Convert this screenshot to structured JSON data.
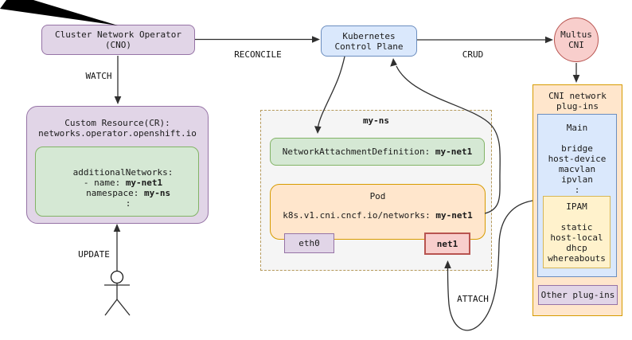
{
  "diagram": {
    "nodes": {
      "cno": {
        "line1": "Cluster Network Operator",
        "line2": "(CNO)"
      },
      "k8s": {
        "line1": "Kubernetes",
        "line2": "Control Plane"
      },
      "multus": {
        "line1": "Multus",
        "line2": "CNI"
      }
    },
    "edges": {
      "reconcile": "RECONCILE",
      "crud": "CRUD",
      "watch": "WATCH",
      "update": "UPDATE",
      "attach": "ATTACH"
    },
    "cr": {
      "title_line1": "Custom Resource(CR):",
      "title_line2": "networks.operator.openshift.io",
      "yaml": {
        "line1": "additionalNetworks:",
        "line2_prefix": "- name: ",
        "line2_value": "my-net1",
        "line3_prefix": "  namespace: ",
        "line3_value": "my-ns",
        "line4": "  :"
      }
    },
    "namespace": {
      "label": "my-ns",
      "nad_prefix": "NetworkAttachmentDefinition: ",
      "nad_value": "my-net1",
      "pod": {
        "title": "Pod",
        "annotation_prefix": "k8s.v1.cni.cncf.io/networks: ",
        "annotation_value": "my-net1",
        "eth0_label": "eth0",
        "net1_label": "net1"
      }
    },
    "cni": {
      "title_line1": "CNI network",
      "title_line2": "plug-ins",
      "main": {
        "title": "Main",
        "items": [
          "bridge",
          "host-device",
          "macvlan",
          "ipvlan",
          ":"
        ]
      },
      "ipam": {
        "title": "IPAM",
        "items": [
          "static",
          "host-local",
          "dhcp",
          "whereabouts"
        ]
      },
      "other_label": "Other plug-ins"
    },
    "colors": {
      "purple_fill": "#E1D5E7",
      "purple_stroke": "#9673A6",
      "blue_fill": "#DAE8FC",
      "blue_stroke": "#6C8EBF",
      "red_fill": "#F8CECC",
      "red_stroke": "#B85450",
      "green_fill": "#D5E8D4",
      "green_stroke": "#82B366",
      "orange_fill": "#FFE6CC",
      "orange_stroke": "#D79B00",
      "yellow_fill": "#FFF2CC",
      "yellow_stroke": "#D6B656",
      "namespace_fill": "#F5F5F5",
      "namespace_dash_stroke": "#b5995a",
      "connector": "#2f2f2f"
    }
  }
}
